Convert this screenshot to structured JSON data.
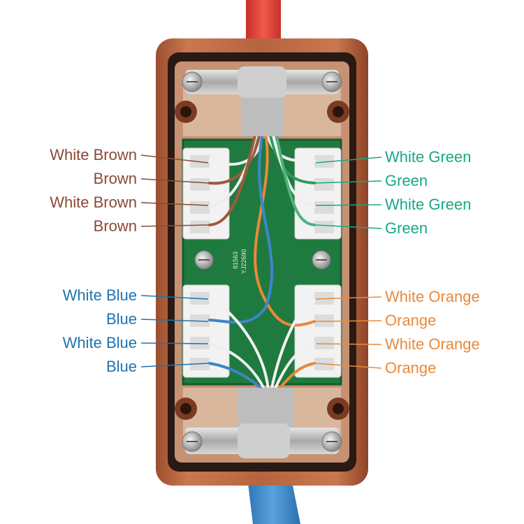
{
  "left_labels": [
    {
      "text": "White Brown"
    },
    {
      "text": "Brown"
    },
    {
      "text": "White Brown"
    },
    {
      "text": "Brown"
    },
    {
      "text": "White Blue"
    },
    {
      "text": "Blue"
    },
    {
      "text": "White Blue"
    },
    {
      "text": "Blue"
    }
  ],
  "right_labels": [
    {
      "text": "White Green"
    },
    {
      "text": "Green"
    },
    {
      "text": "White Green"
    },
    {
      "text": "Green"
    },
    {
      "text": "White Orange"
    },
    {
      "text": "Orange"
    },
    {
      "text": "White Orange"
    },
    {
      "text": "Orange"
    }
  ],
  "board_markings": {
    "model_code": "81563",
    "board_code": "YJ22690"
  },
  "colors": {
    "brown": "#8a4a36",
    "green": "#17a886",
    "blue": "#1f73b0",
    "orange": "#e9893b",
    "housing": "#b5633f",
    "pcb": "#1f7a3f",
    "red_cable": "#e8473b",
    "blue_cable": "#3b86c9"
  }
}
